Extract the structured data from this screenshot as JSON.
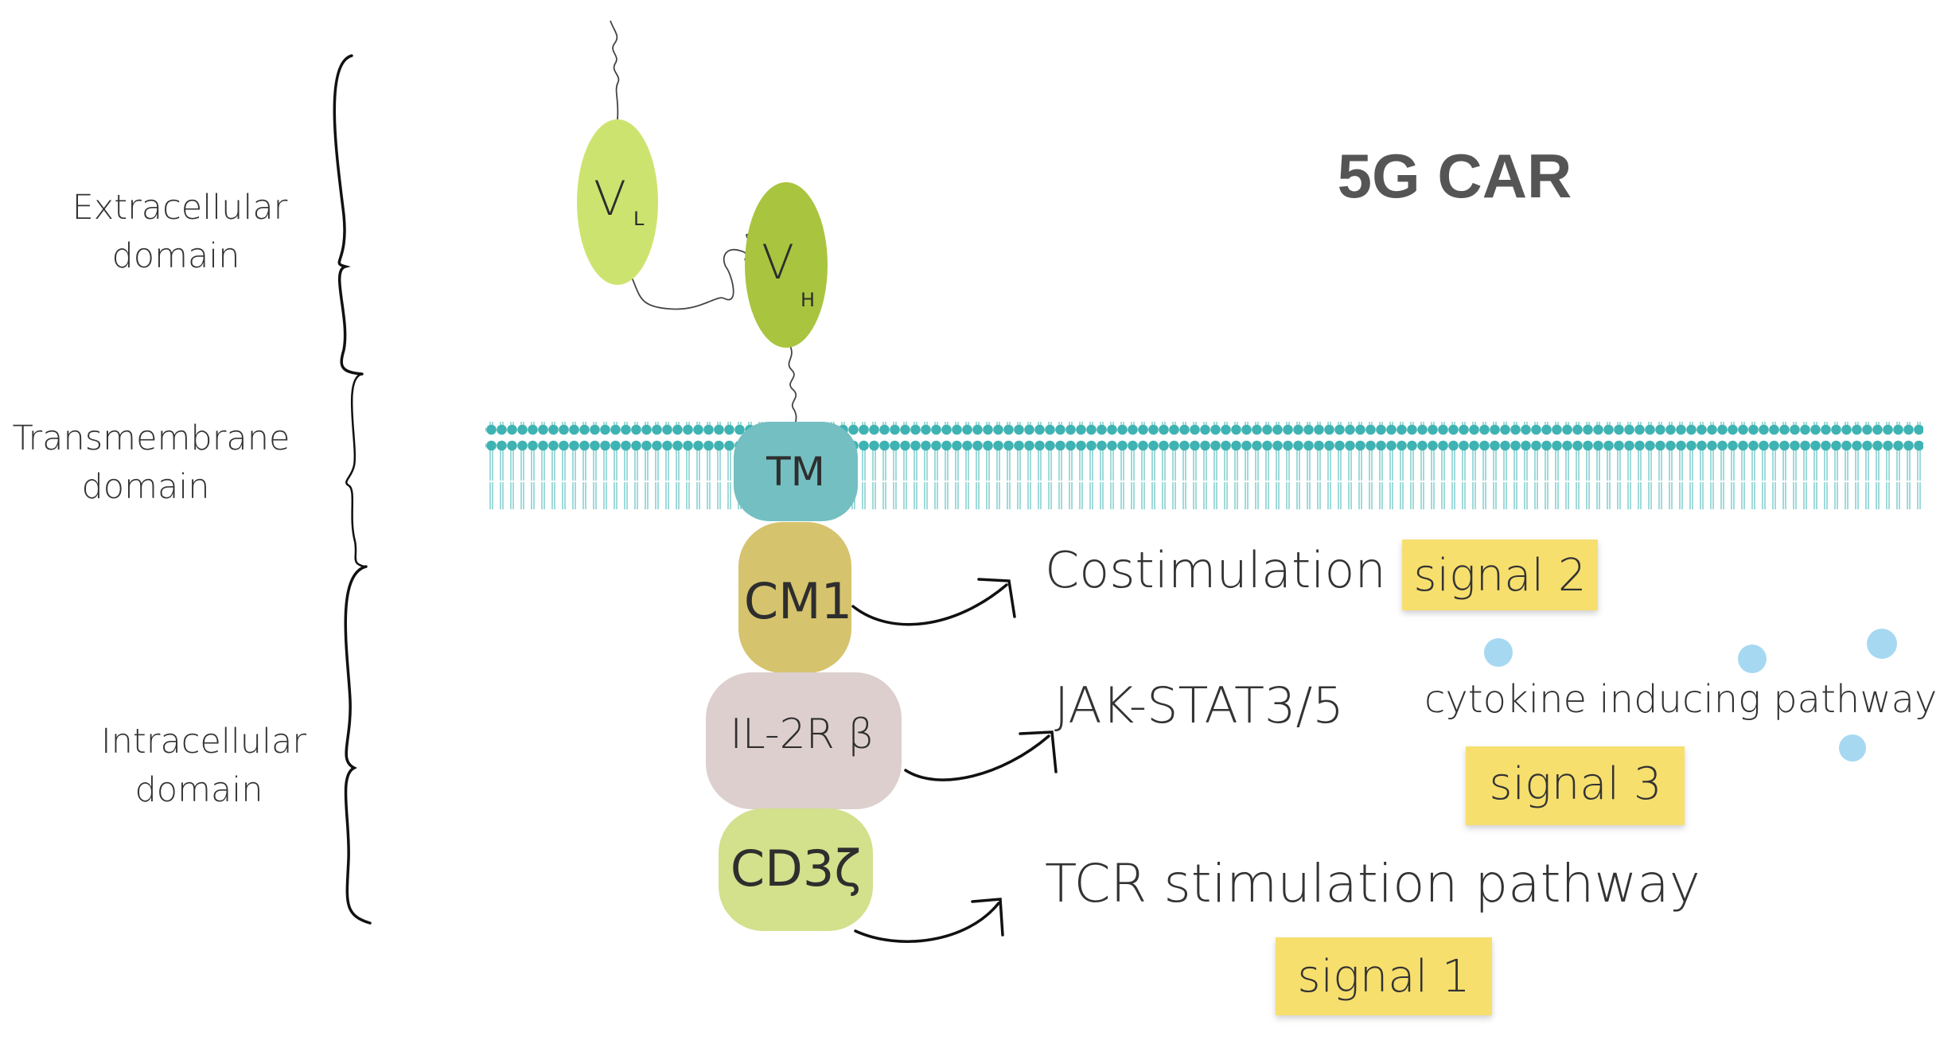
{
  "title": "5G CAR",
  "domains": {
    "extracellular": [
      "Extracellular",
      "domain"
    ],
    "transmembrane": [
      "Transmembrane",
      "domain"
    ],
    "intracellular": [
      "Intracellular",
      "domain"
    ]
  },
  "antibody": {
    "vl": {
      "main": "V",
      "sub": "L"
    },
    "vh": {
      "main": "V",
      "sub": "H"
    }
  },
  "blocks": {
    "tm": "TM",
    "cm1": "CM1",
    "il2rb": "IL-2R β",
    "cd3z": "CD3ζ"
  },
  "pathways": {
    "costimulation": "Costimulation",
    "jak": "JAK-STAT3/5",
    "cytokine": "cytokine inducing pathway",
    "tcr": "TCR stimulation pathway"
  },
  "signals": {
    "s2": "signal 2",
    "s3": "signal 3",
    "s1": "signal 1"
  },
  "colors": {
    "membrane": "#3fb3b3",
    "tm": "#74bfc2",
    "cm1": "#d6c36e",
    "il2rb": "#dccfcd",
    "cd3z": "#d3e08c",
    "vl": "#cde36f",
    "vh": "#a9c43f",
    "signal_note": "#f7df6e",
    "cytokine_dot": "#a6d8f2"
  }
}
